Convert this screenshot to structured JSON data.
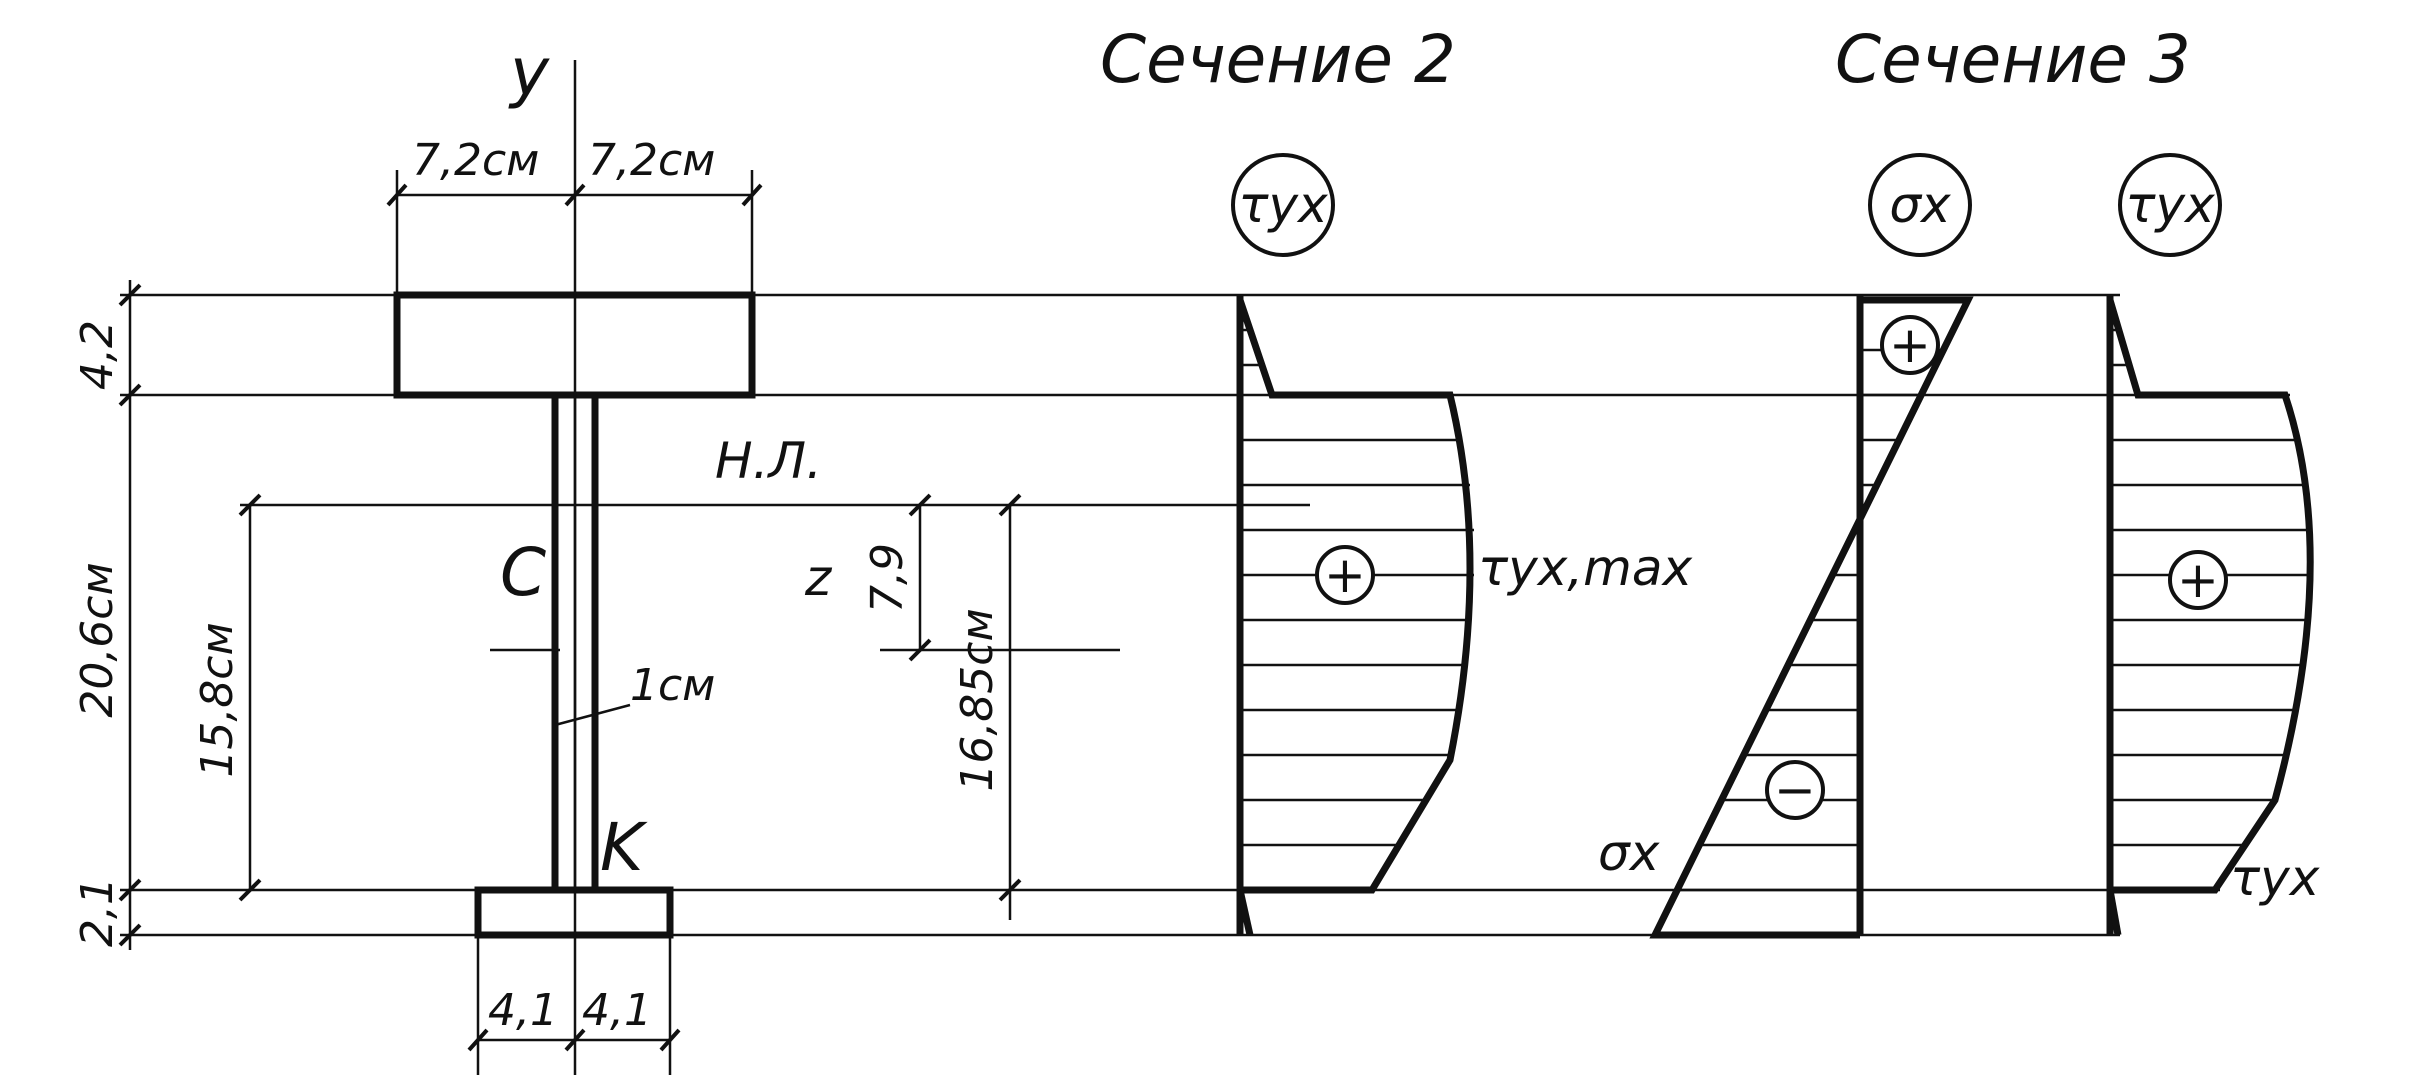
{
  "colors": {
    "ink": "#111111",
    "paper": "#ffffff"
  },
  "section_2": {
    "title": "Сечение 2",
    "diagram_label": "τyx",
    "max_label": "τyx,max",
    "sign": "+"
  },
  "section_3": {
    "title": "Сечение 3",
    "sigma_label": "σx",
    "tau_label": "τyx",
    "sigma_end_label": "σx",
    "tau_end_label": "τyx",
    "sign_top": "+",
    "sign_bottom": "−",
    "sign_tau": "+"
  },
  "cross_section": {
    "axis_y": "y",
    "axis_z": "z",
    "centroid": "C",
    "point_k": "K",
    "neutral_axis": "Н.Л.",
    "dim_top_left": "7,2см",
    "dim_top_right": "7,2см",
    "dim_flange_top": "4,2",
    "dim_web": "20,6см",
    "dim_flange_bottom": "2,1",
    "dim_c_to_bottom": "15,8см",
    "dim_web_thickness": "1см",
    "dim_z_offset": "7,9",
    "dim_total_k": "16,85см",
    "dim_bot_left": "4,1",
    "dim_bot_right": "4,1"
  }
}
